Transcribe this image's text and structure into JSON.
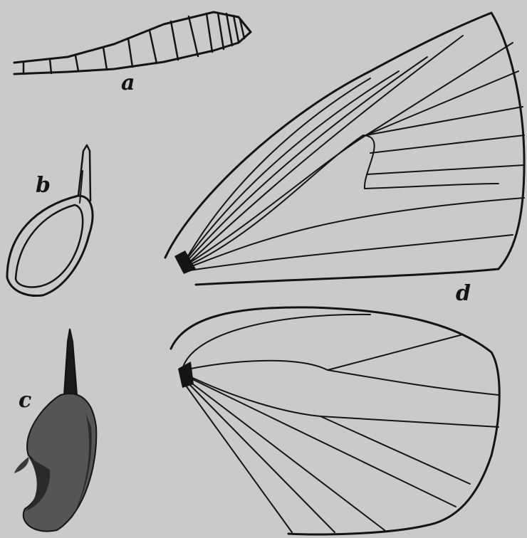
{
  "figure_labels": {
    "antenna": "a",
    "palpus": "b",
    "leg": "c",
    "wings": "d"
  },
  "colors": {
    "paper": "#c9cacb",
    "ink": "#141414"
  }
}
